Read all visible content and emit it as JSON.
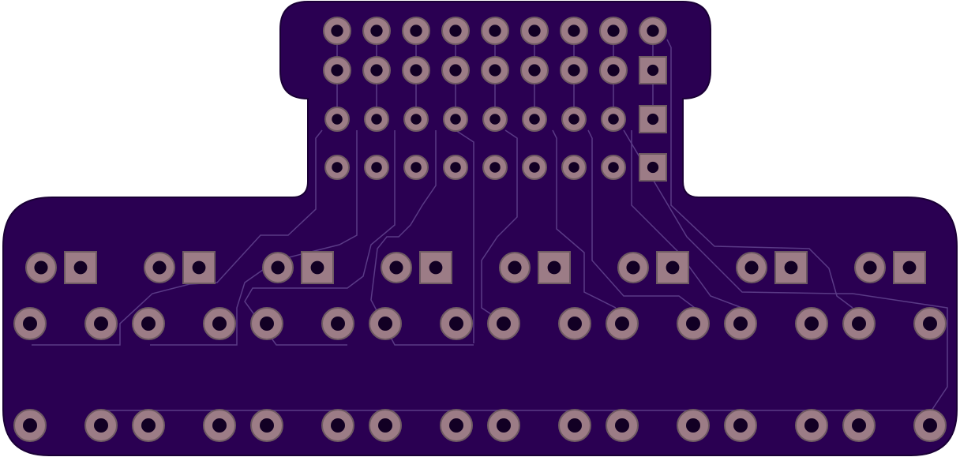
{
  "board": {
    "name": "pcb-board",
    "colors": {
      "background": "#ffffff",
      "substrate": "#2a0052",
      "substrate_edge": "#1a0036",
      "trace": "#5a3a86",
      "pad": "#9c7c86",
      "pad_ring": "#6e5a62",
      "drill": "#120024"
    }
  },
  "header_rows": [
    {
      "row": 1,
      "pins": [
        0,
        0,
        0,
        0,
        0,
        0,
        0,
        0,
        0
      ],
      "square_last": false
    },
    {
      "row": 2,
      "pins": [
        0,
        0,
        0,
        0,
        0,
        0,
        0,
        0,
        0
      ],
      "square_last": true
    },
    {
      "row": 3,
      "pins": [
        0,
        0,
        0,
        0,
        0,
        0,
        0,
        0,
        0
      ],
      "square_last": true
    },
    {
      "row": 4,
      "pins": [
        0,
        0,
        0,
        0,
        0,
        0,
        0,
        0,
        0
      ],
      "square_last": true
    }
  ],
  "pad_pairs": {
    "count": 8,
    "pad_shapes": [
      "round",
      "square"
    ]
  },
  "through_hole_rows": {
    "count": 2,
    "pads_per_row": 16
  }
}
